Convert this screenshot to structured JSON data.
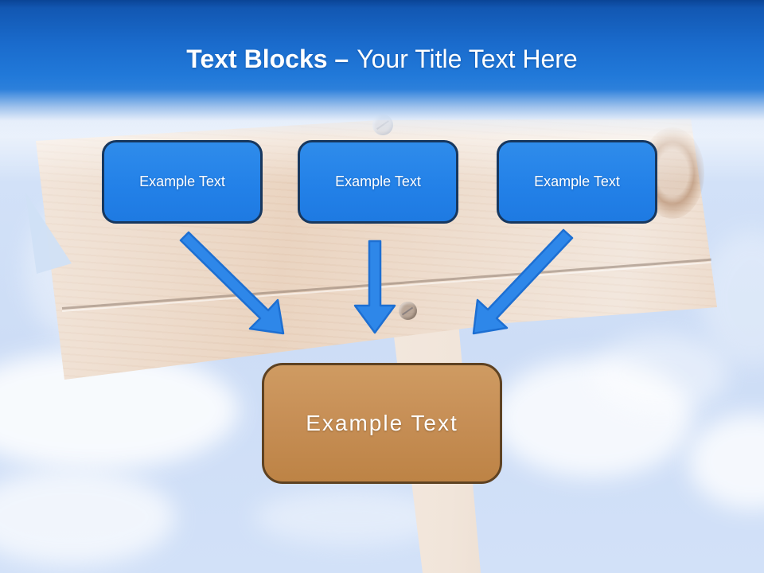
{
  "slide": {
    "title_bold": "Text Blocks –",
    "title_regular": "Your Title Text Here",
    "blocks": [
      {
        "label": "Example Text"
      },
      {
        "label": "Example Text"
      },
      {
        "label": "Example Text"
      }
    ],
    "result_block": {
      "label": "Example Text"
    },
    "arrows": [
      "arrow-down-right",
      "arrow-down",
      "arrow-down-left"
    ],
    "colors": {
      "header_blue_dark": "#0A4496",
      "header_blue": "#2179D9",
      "block_fill": "#2381E8",
      "block_border": "#17375E",
      "arrow_fill": "#2E87E9",
      "arrow_border": "#1D6FD2",
      "result_fill": "#C68E55",
      "result_border": "#5E4222",
      "text_color": "#FFFFFF",
      "sky": "#CDDDF6",
      "wood": "#EBD9C9"
    }
  }
}
